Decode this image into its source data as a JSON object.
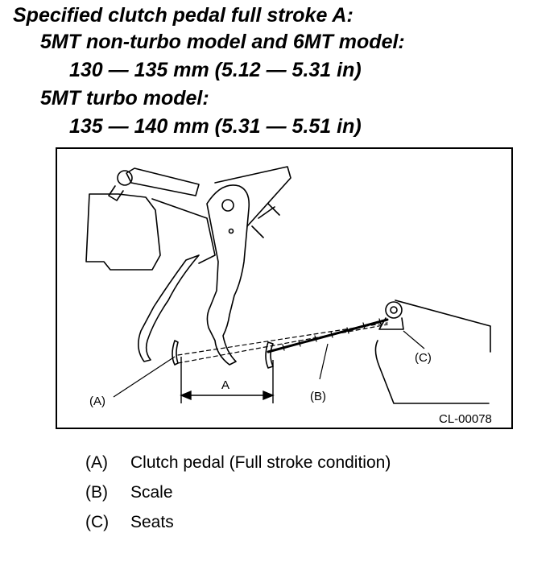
{
  "spec": {
    "title": "Specified clutch pedal full stroke A:",
    "model_group_1": "5MT non-turbo model and 6MT model:",
    "value_1": "130 — 135 mm (5.12 — 5.31 in)",
    "model_group_2": "5MT turbo model:",
    "value_2": "135 — 140 mm (5.31 — 5.51 in)"
  },
  "figure": {
    "callout_a": "(A)",
    "callout_b": "(B)",
    "callout_c": "(C)",
    "dimension_label": "A",
    "figure_code": "CL-00078"
  },
  "legend": [
    {
      "key": "(A)",
      "label": "Clutch pedal (Full stroke condition)"
    },
    {
      "key": "(B)",
      "label": "Scale"
    },
    {
      "key": "(C)",
      "label": "Seats"
    }
  ]
}
